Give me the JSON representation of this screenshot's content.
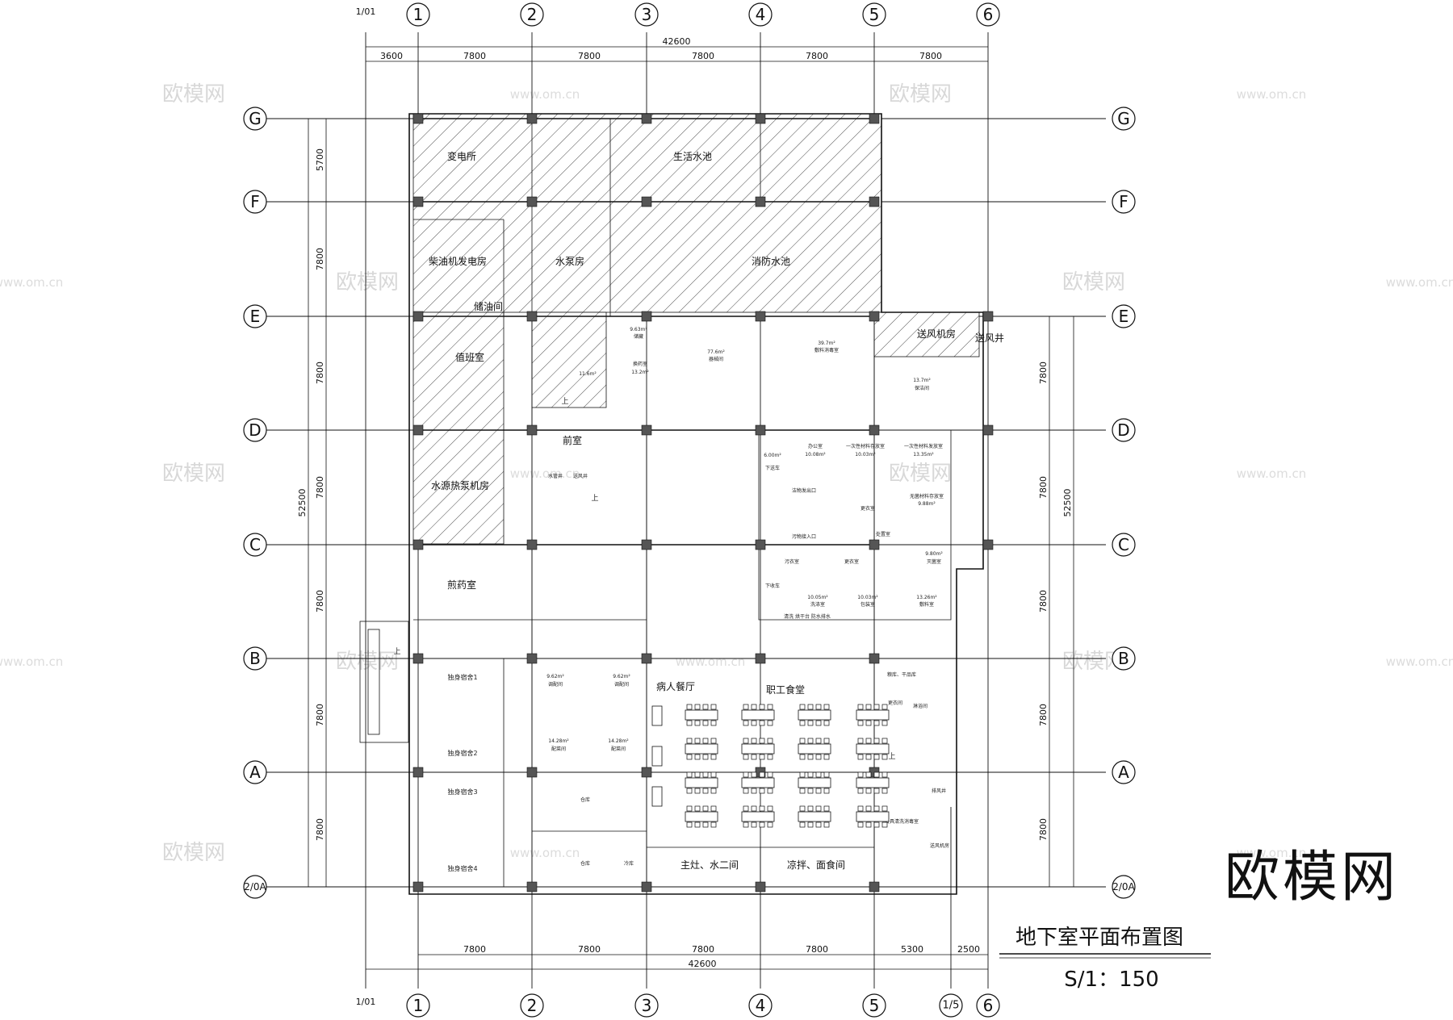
{
  "axes": {
    "vertical_top": [
      "1/01",
      "1",
      "2",
      "3",
      "4",
      "5",
      "6"
    ],
    "vertical_bottom": [
      "1/01",
      "1",
      "2",
      "3",
      "4",
      "5",
      "1/5",
      "6"
    ],
    "horizontal_left": [
      "G",
      "F",
      "E",
      "D",
      "C",
      "B",
      "A",
      "2/0A"
    ],
    "horizontal_right": [
      "G",
      "F",
      "E",
      "D",
      "C",
      "B",
      "A",
      "2/0A"
    ]
  },
  "dimensions": {
    "top_total": "42600",
    "top_segments": [
      "3600",
      "7800",
      "7800",
      "7800",
      "7800",
      "7800"
    ],
    "bottom_segments": [
      "7800",
      "7800",
      "7800",
      "7800",
      "5300",
      "2500"
    ],
    "bottom_total": "42600",
    "left_segments": [
      "5700",
      "7800",
      "7800",
      "7800",
      "7800",
      "7800",
      "7800"
    ],
    "left_total": "52500",
    "right_segments": [
      "7800",
      "7800",
      "7800",
      "7800",
      "7800"
    ],
    "right_total": "52500"
  },
  "rooms": {
    "substation": "变电所",
    "domestic_water_tank": "生活水池",
    "diesel_generator_room": "柴油机发电房",
    "pump_room": "水泵房",
    "fire_water_tank": "消防水池",
    "oil_storage": "储油间",
    "duty_room": "值班室",
    "air_supply_room": "送风机房",
    "air_shaft": "送风井",
    "front_room": "前室",
    "water_heat_pump_room": "水源热泵机房",
    "decoction_room": "煎药室",
    "dorm_1": "独身宿舍1",
    "dorm_2": "独身宿舍2",
    "dorm_3": "独身宿舍3",
    "dorm_4": "独身宿舍4",
    "patient_dining": "病人餐厅",
    "staff_canteen": "职工食堂",
    "main_kitchen": "主灶、水二间",
    "cold_dish": "凉拌、面食间"
  },
  "small_labels": {
    "area_9_63": "9.63m²",
    "store_a": "储藏",
    "area_11_6": "11.6m²",
    "area_13_2": "13.2m²",
    "central_supply": "换药室",
    "area_77_6": "77.6m²",
    "sterile": "器械间",
    "area_39_7": "39.7m²",
    "disinfect_room": "敷料消毒室",
    "area_13_7": "13.7m²",
    "cleaning": "保洁间",
    "fire_hydrant": "水管井",
    "air_shaft_small": "送风井",
    "area_6_00": "6.00m²",
    "lift_down": "下送车",
    "office": "办公室",
    "area_10_08": "10.08m²",
    "material_1": "一次性材料存放室",
    "area_10_03": "10.03m²",
    "material_2": "一次性材料发放室",
    "area_13_35": "13.35m²",
    "clean_exit": "洁物发出口",
    "sterile_store": "无菌材料存放室",
    "area_9_88": "9.88m²",
    "change_1": "更衣室",
    "dispose": "处置室",
    "dirty_entry": "污物接入口",
    "area_9_80": "9.80m²",
    "sterilize": "灭菌室",
    "dirty_room": "污衣室",
    "change_2": "更衣室",
    "lift_receive": "下收车",
    "area_10_05": "10.05m²",
    "wash_room": "洗涤室",
    "area_10_03b": "10.03m²",
    "pack_room": "包装室",
    "area_13_26": "13.26m²",
    "dressing_room": "敷料室",
    "bottom_strip": "清洗  烘干台  防水排水",
    "area_9_62a": "9.62m²",
    "dispense_a": "调配间",
    "area_9_62b": "9.62m²",
    "dispense_b": "调配间",
    "area_14_28a": "14.28m²",
    "prep_a": "配菜间",
    "area_14_28b": "14.28m²",
    "prep_b": "配菜间",
    "warehouse_a": "仓库",
    "warehouse_b": "仓库",
    "cooling": "冷库",
    "storage_dry": "粮库、干品库",
    "change_3": "更衣间",
    "toilet": "淋浴间",
    "exhaust": "排风井",
    "utensil": "餐具清洗消毒室",
    "air_room": "送风机房",
    "up_1": "上",
    "up_2": "上",
    "up_3": "上",
    "up_4": "上"
  },
  "title": {
    "name": "地下室平面布置图",
    "scale": "S/1：150"
  },
  "watermarks": {
    "brand": "欧模网",
    "url": "www.om.cn",
    "stamp": "欧模网"
  },
  "colors": {
    "line": "#111111",
    "hatch": "#333333",
    "watermark": "#d8d8d8"
  }
}
